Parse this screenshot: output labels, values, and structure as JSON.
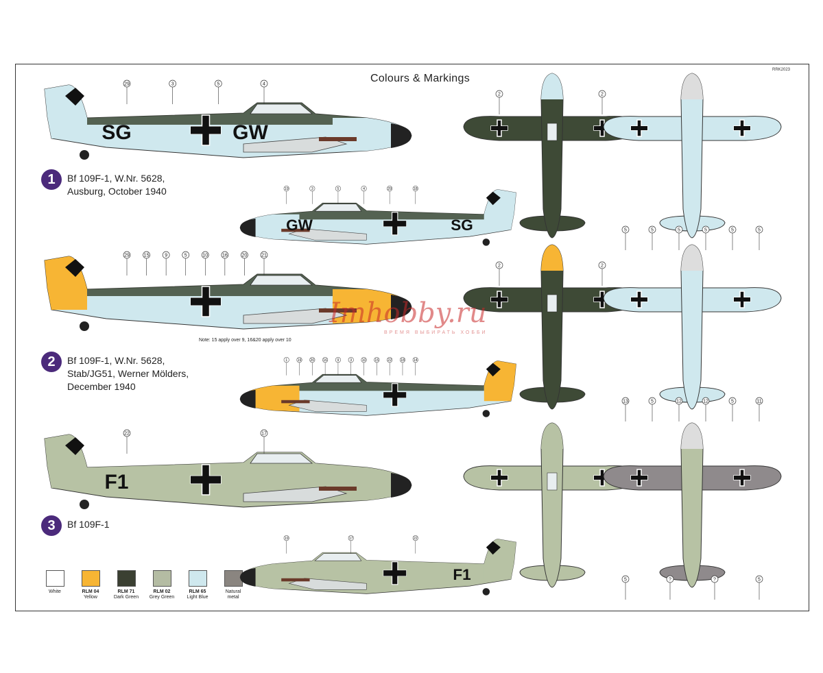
{
  "title": "Colours & Markings",
  "code": "RRK2023",
  "note": "Note: 15 apply over 9, 16&20 apply over 10",
  "watermark": {
    "text": "Imhobby.ru",
    "tagline": "ВРЕМЯ ВЫБИРАТЬ ХОББИ"
  },
  "schemes": [
    {
      "num": "1",
      "lines": [
        "Bf 109F-1, W.Nr. 5628,",
        "Ausburg, October 1940"
      ],
      "base": "#cfe8ee",
      "top": "#3e4a36",
      "nose": "#cfe8ee",
      "tail": "#cfe8ee",
      "code": "SG",
      "code2": "GW",
      "upper_callouts": [
        "29",
        "3",
        "5",
        "4"
      ],
      "lower_callouts": [
        "19",
        "3",
        "5",
        "4",
        "29",
        "18"
      ],
      "top_callouts": [
        "2",
        "2"
      ],
      "bottom_callouts": [
        "5",
        "5",
        "5",
        "5",
        "5",
        "5"
      ]
    },
    {
      "num": "2",
      "lines": [
        "Bf 109F-1, W.Nr. 5628,",
        "Stab/JG51, Werner Mölders,",
        "December 1940"
      ],
      "base": "#cfe8ee",
      "top": "#3e4a36",
      "nose": "#f7b534",
      "tail": "#f7b534",
      "code": "",
      "code2": "",
      "upper_callouts": [
        "29",
        "15",
        "9",
        "5",
        "10",
        "16",
        "20",
        "21"
      ],
      "lower_callouts": [
        "1",
        "19",
        "20",
        "16",
        "9",
        "3",
        "10",
        "15",
        "22",
        "18",
        "14"
      ],
      "top_callouts": [
        "2",
        "2"
      ],
      "bottom_callouts": [
        "13",
        "5",
        "12",
        "12",
        "5",
        "11"
      ]
    },
    {
      "num": "3",
      "lines": [
        "Bf 109F-1"
      ],
      "base": "#b7c2a4",
      "top": "#b7c2a4",
      "nose": "#b7c2a4",
      "tail": "#b7c2a4",
      "code": "F1",
      "code2": "",
      "upper_callouts": [
        "22",
        "17"
      ],
      "lower_callouts": [
        "19",
        "17",
        "22"
      ],
      "top_callouts": [],
      "bottom_callouts": [
        "5",
        "?",
        "?",
        "5"
      ]
    }
  ],
  "legend": [
    {
      "code": "",
      "name": "White",
      "color": "#ffffff"
    },
    {
      "code": "RLM 04",
      "name": "Yellow",
      "color": "#f7b534"
    },
    {
      "code": "RLM 71",
      "name": "Dark Green",
      "color": "#3b4032"
    },
    {
      "code": "RLM 02",
      "name": "Grey Green",
      "color": "#b4bca3"
    },
    {
      "code": "RLM 65",
      "name": "Light Blue",
      "color": "#cfe8ee"
    },
    {
      "code": "",
      "name": "Natural metal",
      "color": "#8a8580"
    }
  ]
}
